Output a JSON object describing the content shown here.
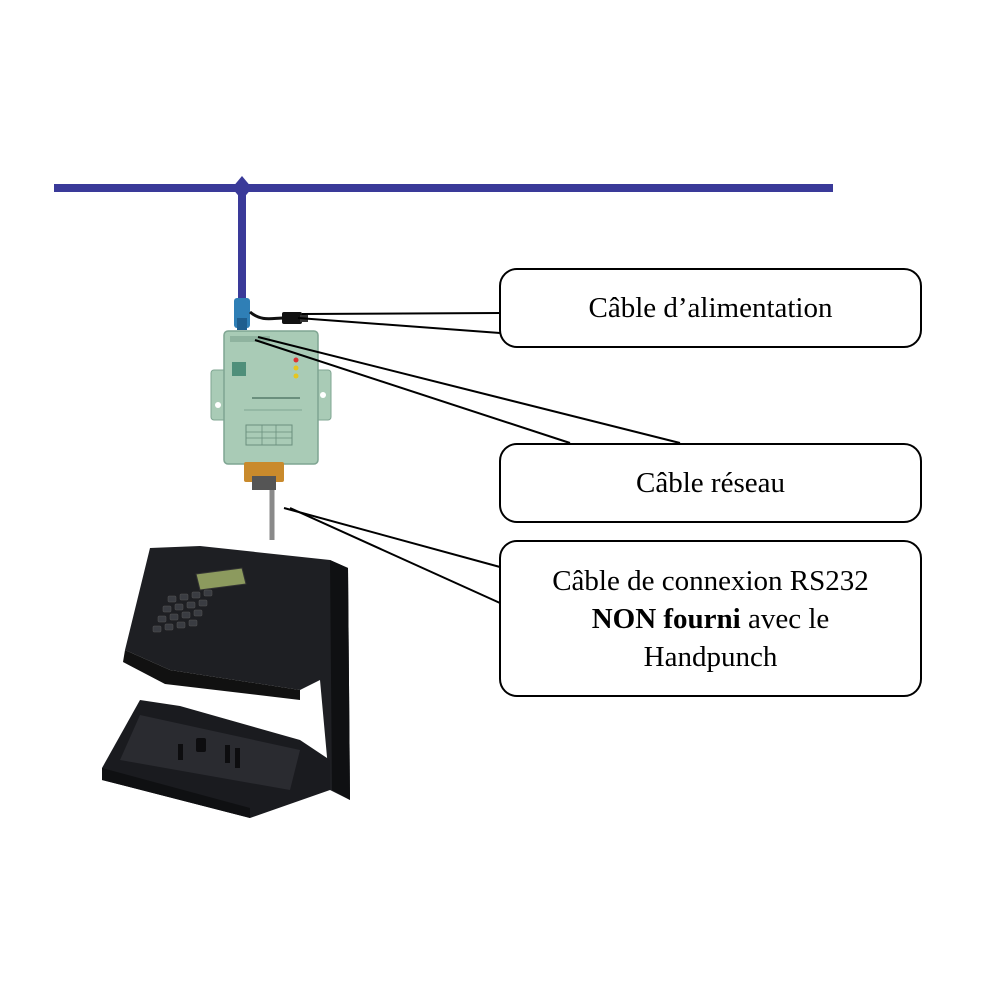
{
  "colors": {
    "network_line": "#3a3a99",
    "callout_border": "#000000",
    "server_body": "#a9cbb6",
    "server_dark": "#7fa592",
    "handpunch_body": "#1e1f23",
    "handpunch_dark": "#0f1012",
    "serial_connector": "#c98a2c",
    "rs232_cable": "#8a8a8a",
    "rj45_plug": "#2f7fb6",
    "lcd_screen": "#8c9a5e"
  },
  "icons": {
    "device_server": "serial-device-server-icon",
    "handpunch": "handpunch-terminal-icon"
  },
  "callouts": {
    "power": {
      "text": "Câble d’alimentation"
    },
    "network": {
      "text": "Câble réseau"
    },
    "rs232": {
      "line1": "Câble de connexion RS232",
      "line2_bold": "NON fourni",
      "line2_rest": " avec le",
      "line3": "Handpunch"
    }
  }
}
